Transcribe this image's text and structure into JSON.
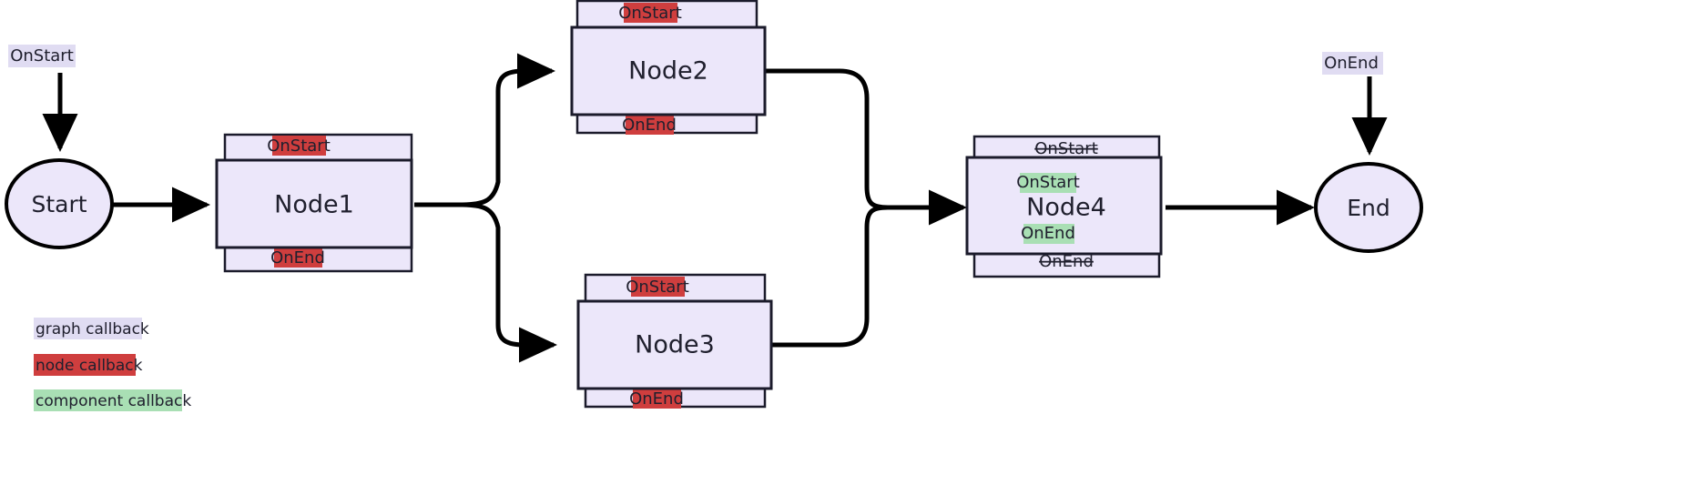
{
  "diagram": {
    "title": "Graph / node / component callback flow",
    "colors": {
      "background": "#ffffff",
      "node_fill": "#ece7fa",
      "node_stroke": "#1b1b2b",
      "edge": "#000000",
      "graph_callback": "#e0dcf2",
      "node_callback": "#cf3e3e",
      "component_callback": "#a9dfb4",
      "text": "#20202e"
    },
    "graph_labels": {
      "start": "OnStart",
      "end": "OnEnd"
    },
    "terminals": {
      "start": "Start",
      "end": "End"
    },
    "nodes": [
      {
        "id": "node1",
        "title": "Node1",
        "node_callbacks": {
          "top": "OnStart",
          "bottom": "OnEnd"
        },
        "component_callbacks": {
          "top": null,
          "bottom": null
        },
        "struck": false
      },
      {
        "id": "node2",
        "title": "Node2",
        "node_callbacks": {
          "top": "OnStart",
          "bottom": "OnEnd"
        },
        "component_callbacks": {
          "top": null,
          "bottom": null
        },
        "struck": false
      },
      {
        "id": "node3",
        "title": "Node3",
        "node_callbacks": {
          "top": "OnStart",
          "bottom": "OnEnd"
        },
        "component_callbacks": {
          "top": null,
          "bottom": null
        },
        "struck": false
      },
      {
        "id": "node4",
        "title": "Node4",
        "node_callbacks": {
          "top": "OnStart",
          "bottom": "OnEnd"
        },
        "component_callbacks": {
          "top": "OnStart",
          "bottom": "OnEnd"
        },
        "struck": true
      }
    ],
    "legend": {
      "items": [
        {
          "label": "graph callback",
          "color": "#e0dcf2"
        },
        {
          "label": "node callback",
          "color": "#cf3e3e"
        },
        {
          "label": "component callback",
          "color": "#a9dfb4"
        }
      ]
    },
    "edges": [
      {
        "from": "start-label",
        "to": "Start"
      },
      {
        "from": "Start",
        "to": "Node1"
      },
      {
        "from": "Node1",
        "to": "Node2"
      },
      {
        "from": "Node1",
        "to": "Node3"
      },
      {
        "from": "Node2",
        "to": "Node4"
      },
      {
        "from": "Node3",
        "to": "Node4"
      },
      {
        "from": "Node4",
        "to": "End"
      },
      {
        "from": "end-label",
        "to": "End"
      }
    ]
  }
}
